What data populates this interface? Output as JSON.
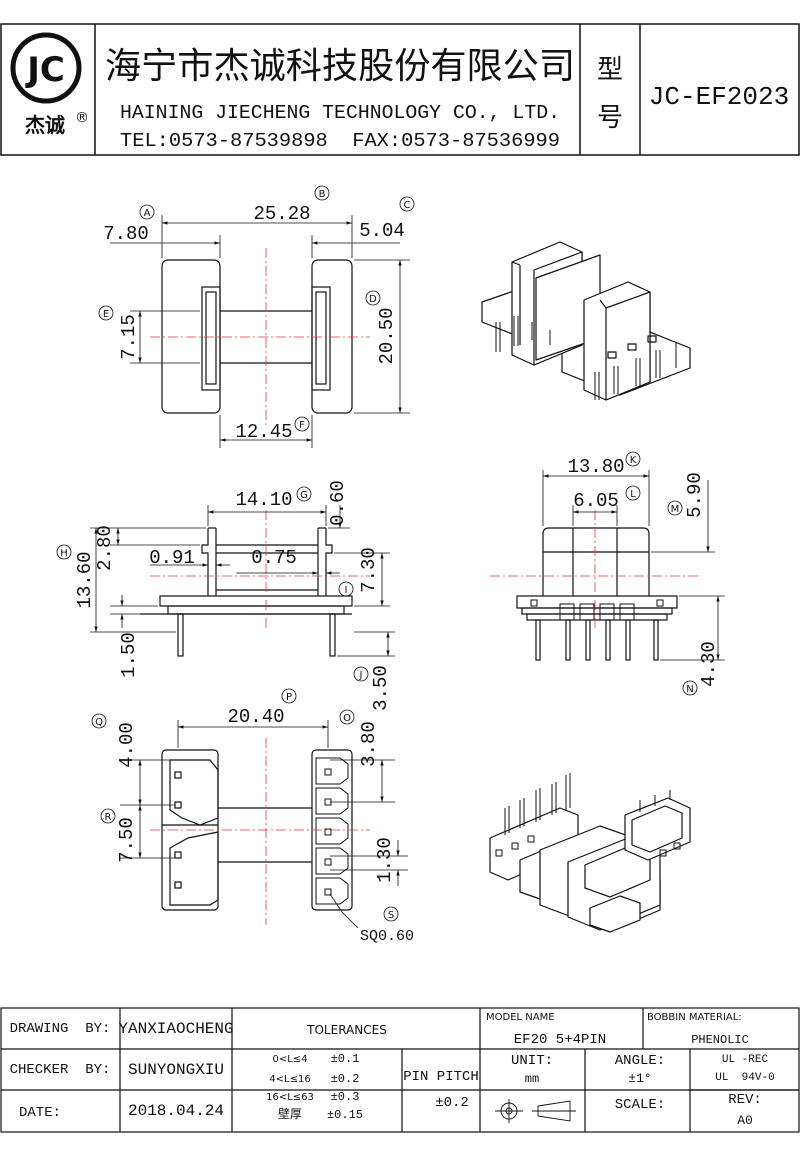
{
  "header": {
    "logo_text": "JC",
    "logo_sub": "杰诚",
    "registered": "®",
    "company_cn": "海宁市杰诚科技股份有限公司",
    "company_en": "HAINING JIECHENG TECHNOLOGY CO., LTD.",
    "contact": "TEL:0573-87539898  FAX:0573-87536999",
    "model_label_1": "型",
    "model_label_2": "号",
    "model_code": "JC-EF2023"
  },
  "top_view": {
    "dims": {
      "d_25_28": "25.28",
      "d_7_80": "7.80",
      "d_5_04": "5.04",
      "d_7_15": "7.15",
      "d_20_50": "20.50",
      "d_12_45": "12.45"
    },
    "markers": {
      "A": "A",
      "B": "B",
      "C": "C",
      "D": "D",
      "E": "E",
      "F": "F"
    }
  },
  "side_view": {
    "dims": {
      "d_14_10": "14.10",
      "d_0_60": "0.60",
      "d_13_60": "13.60",
      "d_2_80": "2.80",
      "d_0_91": "0.91",
      "d_0_75": "0.75",
      "d_7_30": "7.30",
      "d_1_50": "1.50",
      "d_3_50": "3.50"
    },
    "markers": {
      "G": "G",
      "H": "H",
      "I": "I",
      "J": "J"
    }
  },
  "end_view": {
    "dims": {
      "d_13_80": "13.80",
      "d_6_05": "6.05",
      "d_5_90": "5.90",
      "d_4_30": "4.30"
    },
    "markers": {
      "K": "K",
      "L": "L",
      "M": "M",
      "N": "N"
    }
  },
  "bottom_view": {
    "dims": {
      "d_20_40": "20.40",
      "d_4_00": "4.00",
      "d_3_80": "3.80",
      "d_7_50": "7.50",
      "d_1_30": "1.30",
      "pin_note": "SQ0.60"
    },
    "markers": {
      "O": "O",
      "P": "P",
      "Q": "Q",
      "R": "R",
      "S": "S"
    }
  },
  "title_block": {
    "drawing_by_label": "DRAWING  BY:",
    "drawing_by": "YANXIAOCHENG",
    "checker_by_label": "CHECKER  BY:",
    "checker_by": "SUNYONGXIU",
    "date_label": "DATE:",
    "date": "2018.04.24",
    "tolerances_label": "TOLERANCES",
    "tol_rows": [
      {
        "range": "0<L≤4",
        "value": "±0.1"
      },
      {
        "range": "4<L≤16",
        "value": "±0.2"
      },
      {
        "range": "16<L≤63",
        "value": "±0.3"
      },
      {
        "range": "壁厚",
        "value": "±0.15"
      }
    ],
    "pin_pitch_label": "PIN PITCH",
    "pin_pitch_value": "±0.2",
    "model_name_label": "MODEL NAME",
    "model_name": "EF20 5+4PIN",
    "material_label": "BOBBIN MATERIAL:",
    "material": "PHENOLIC",
    "unit_label": "UNIT:",
    "unit": "mm",
    "angle_label": "ANGLE:",
    "angle": "±1°",
    "ul_rec": "UL -REC",
    "ul_94": "UL  94V-0",
    "scale_label": "SCALE:",
    "rev_label": "REV:",
    "rev": "A0"
  }
}
